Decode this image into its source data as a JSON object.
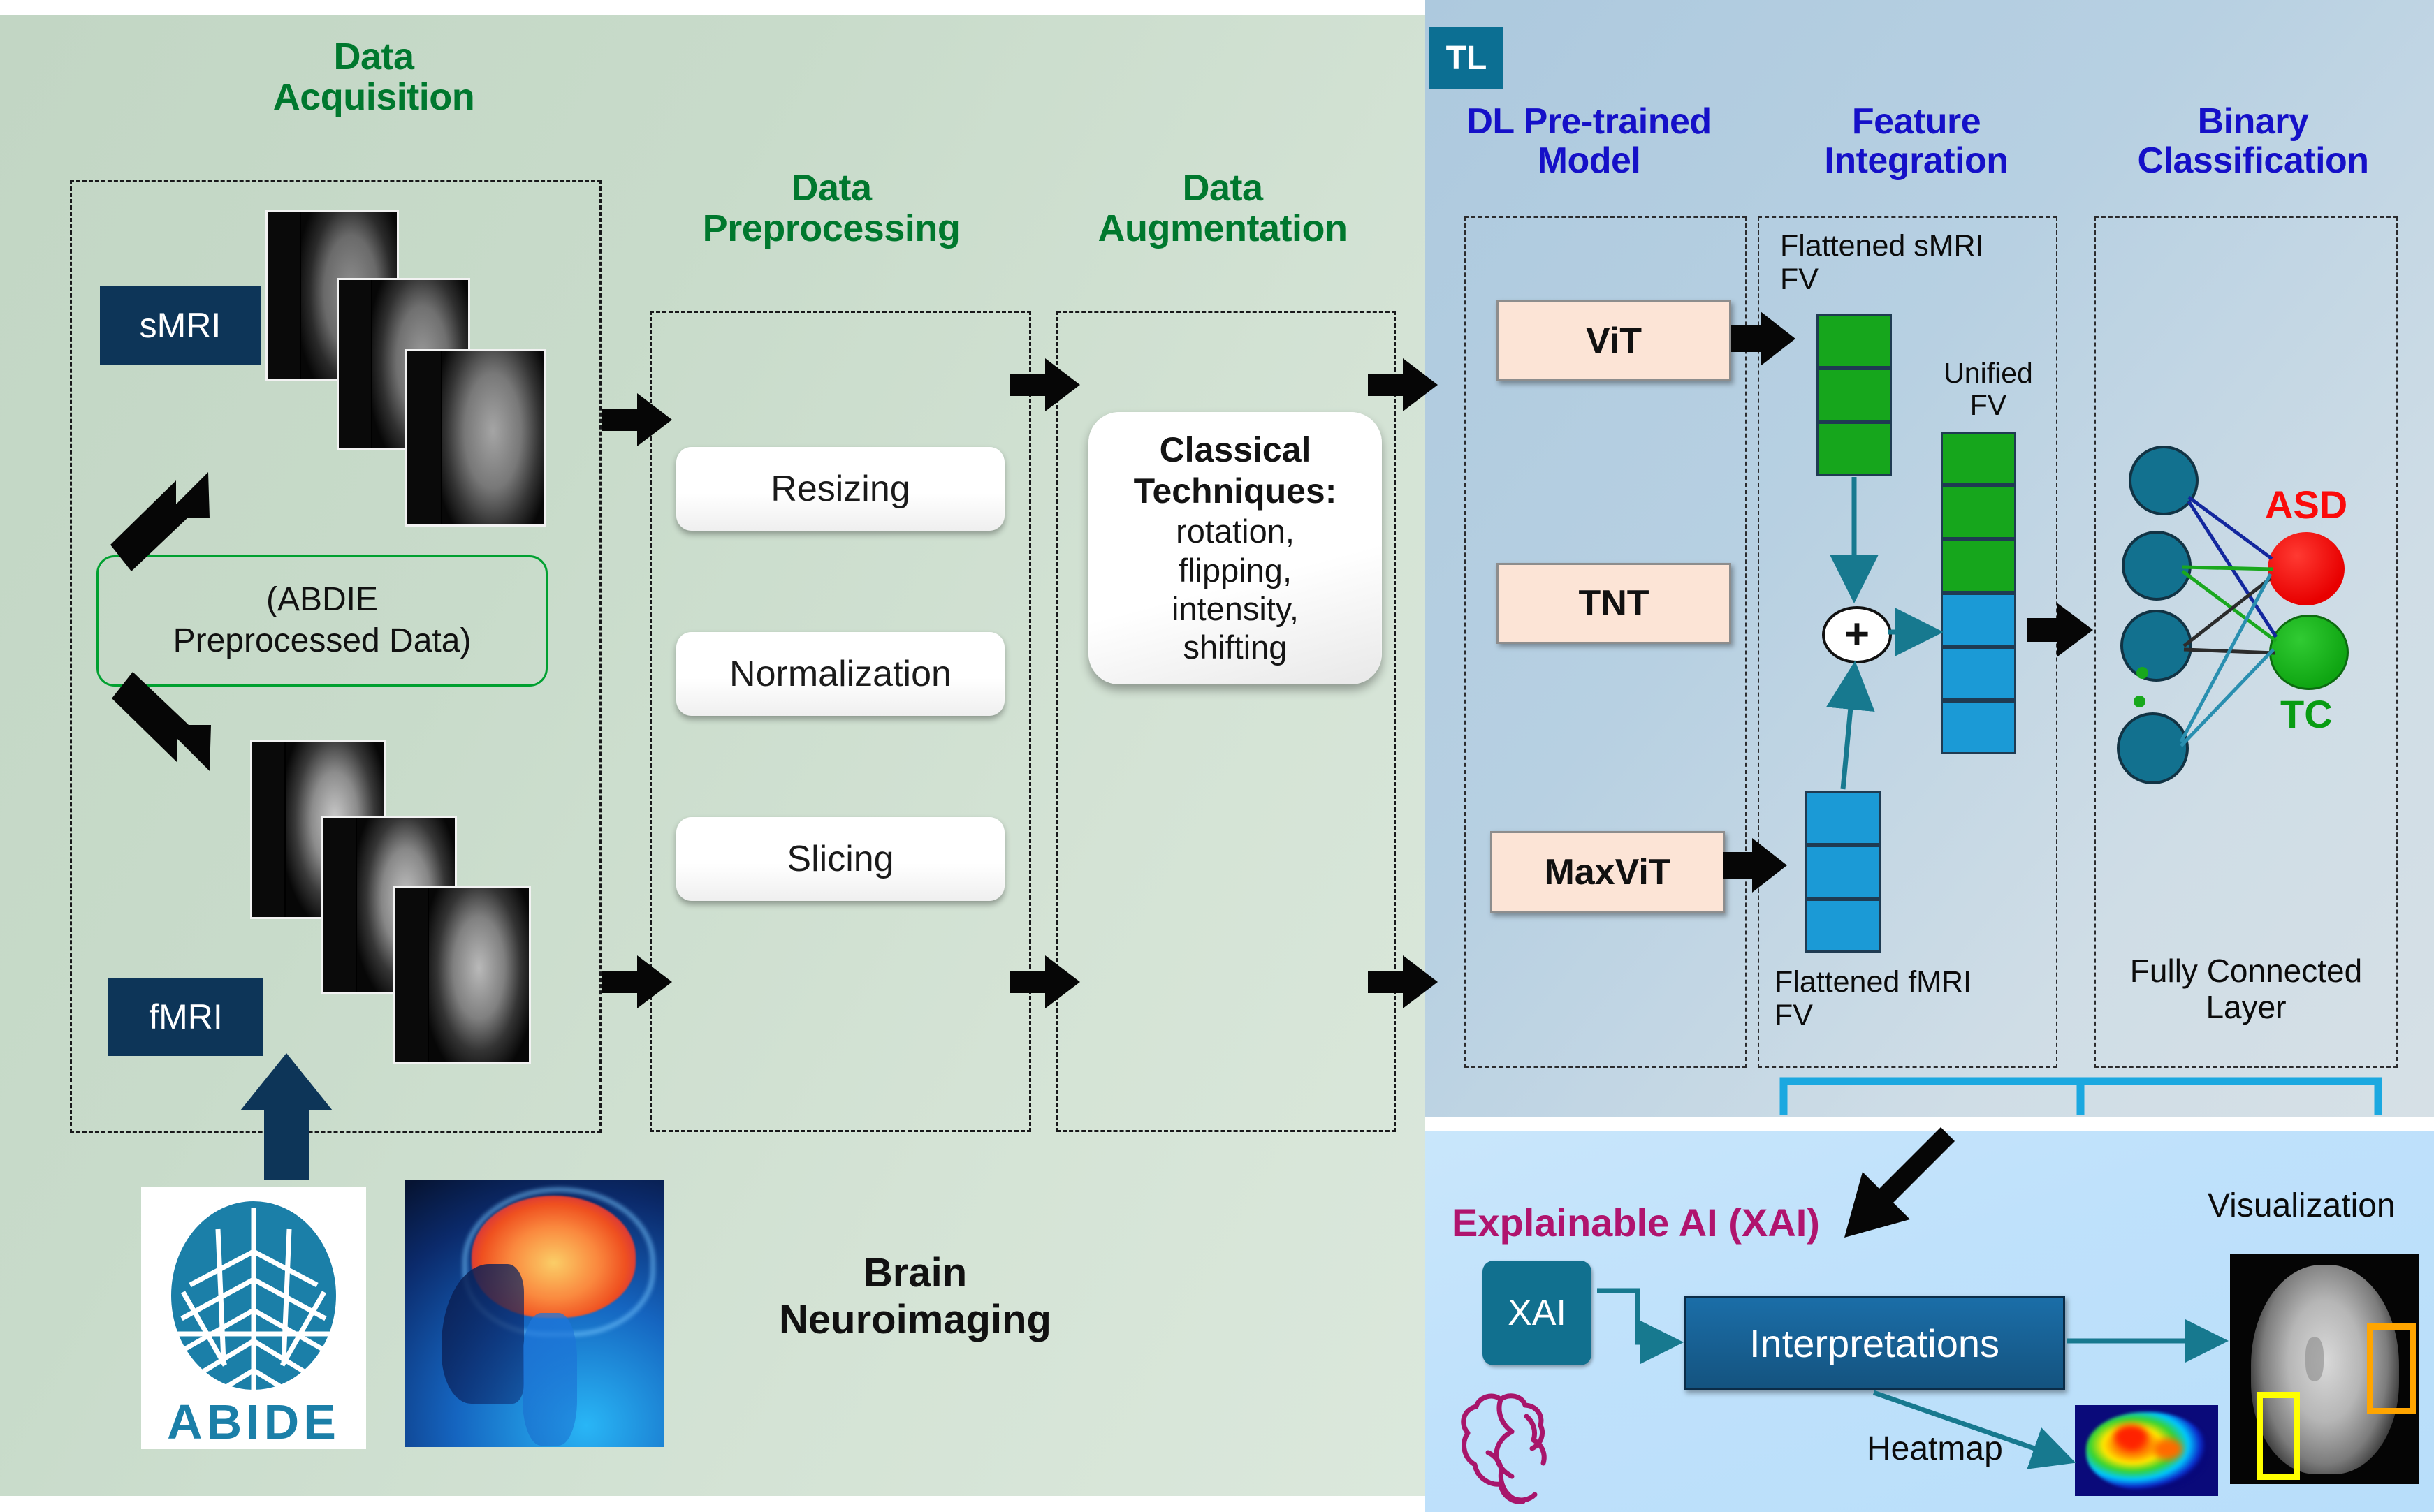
{
  "left_panel": {
    "stages": [
      {
        "title_line1": "Data",
        "title_line2": "Acquisition"
      },
      {
        "title_line1": "Data",
        "title_line2": "Preprocessing"
      },
      {
        "title_line1": "Data",
        "title_line2": "Augmentation"
      }
    ],
    "acquisition": {
      "smri_label": "sMRI",
      "fmri_label": "fMRI",
      "dataset_note_line1": "(ABDIE",
      "dataset_note_line2": "Preprocessed Data)"
    },
    "preprocessing": {
      "steps": [
        "Resizing",
        "Normalization",
        "Slicing"
      ]
    },
    "augmentation": {
      "card_heading_line1": "Classical",
      "card_heading_line2": "Techniques:",
      "card_items": [
        "rotation,",
        "flipping,",
        "intensity,",
        "shifting"
      ]
    },
    "footer": {
      "brain_line1": "Brain",
      "brain_line2": "Neuroimaging",
      "abide_logo_text": "ABIDE"
    }
  },
  "tl_panel": {
    "badge": "TL",
    "columns": [
      {
        "title_line1": "DL Pre-trained",
        "title_line2": "Model"
      },
      {
        "title_line1": "Feature",
        "title_line2": "Integration"
      },
      {
        "title_line1": "Binary",
        "title_line2": "Classification"
      }
    ],
    "models": [
      "ViT",
      "TNT",
      "MaxViT"
    ],
    "feature_integration": {
      "smri_fv_line1": "Flattened sMRI",
      "smri_fv_line2": "FV",
      "fmri_fv_line1": "Flattened fMRI",
      "fmri_fv_line2": "FV",
      "unified_line1": "Unified",
      "unified_line2": "FV",
      "operator": "+",
      "smri_fv_cells": 3,
      "fmri_fv_cells": 3,
      "unified_green_cells": 3,
      "unified_blue_cells": 3
    },
    "classification": {
      "fc_layer_line1": "Fully Connected",
      "fc_layer_line2": "Layer",
      "hidden_nodes": 4,
      "output_asd": "ASD",
      "output_tc": "TC"
    }
  },
  "xai_panel": {
    "title": "Explainable AI (XAI)",
    "chip": "XAI",
    "interpretations": "Interpretations",
    "heatmap_label": "Heatmap",
    "visualization_label": "Visualization"
  },
  "colors": {
    "stage_heading_green": "#00782e",
    "tl_heading_blue": "#1510c8",
    "badge_navy": "#0d3558",
    "badge_teal": "#0c6f93",
    "feature_green": "#16a61c",
    "feature_blue": "#1b9ad6",
    "node_teal": "#12718f",
    "asd_red": "#fb0a0a",
    "tc_green": "#089c12",
    "xai_magenta": "#b0146e",
    "abide_blue": "#1b7fa8",
    "accent_cyan": "#1ba8e0"
  }
}
